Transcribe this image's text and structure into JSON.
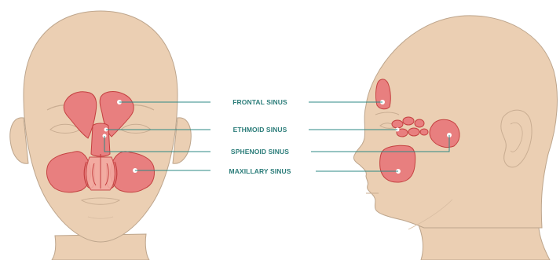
{
  "colors": {
    "skin": "#ebcfb3",
    "skin_stroke": "#bda58c",
    "sinus_fill": "#e87f7f",
    "sinus_stroke": "#c44040",
    "sinus_inner": "#f3a8a0",
    "leader": "#2c8a85",
    "label": "#2c7d7a"
  },
  "labels": {
    "frontal": "FRONTAL SINUS",
    "ethmoid": "ETHMOID SINUS",
    "sphenoid": "SPHENOID SINUS",
    "maxillary": "MAXILLARY SINUS"
  }
}
